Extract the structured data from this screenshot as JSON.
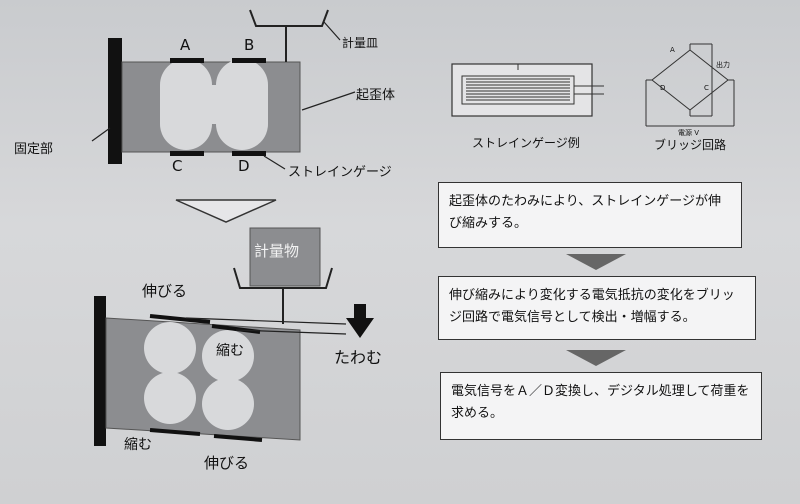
{
  "labels": {
    "a": "A",
    "b": "B",
    "c": "C",
    "d": "D",
    "weighing_pan": "計量皿",
    "strain_body": "起歪体",
    "fixed_part": "固定部",
    "strain_gauge": "ストレインゲージ",
    "gauge_example": "ストレインゲージ例",
    "bridge_circuit": "ブリッジ回路",
    "object": "計量物",
    "stretch_top": "伸びる",
    "compress_mid": "縮む",
    "bend": "たわむ",
    "compress_bottom": "縮む",
    "stretch_bottom": "伸びる"
  },
  "steps": [
    "起歪体のたわみにより、ストレインゲージが伸び縮みする。",
    "伸び縮みにより変化する電気抵抗の変化をブリッジ回路で電気信号として検出・増幅する。",
    "電気信号をＡ／Ｄ変換し、デジタル処理して荷重を求める。"
  ],
  "bridge": {
    "top_labels": "A",
    "right_label": "出力",
    "bottom_label": "電源 V",
    "node_labels": [
      "D",
      "C"
    ]
  }
}
